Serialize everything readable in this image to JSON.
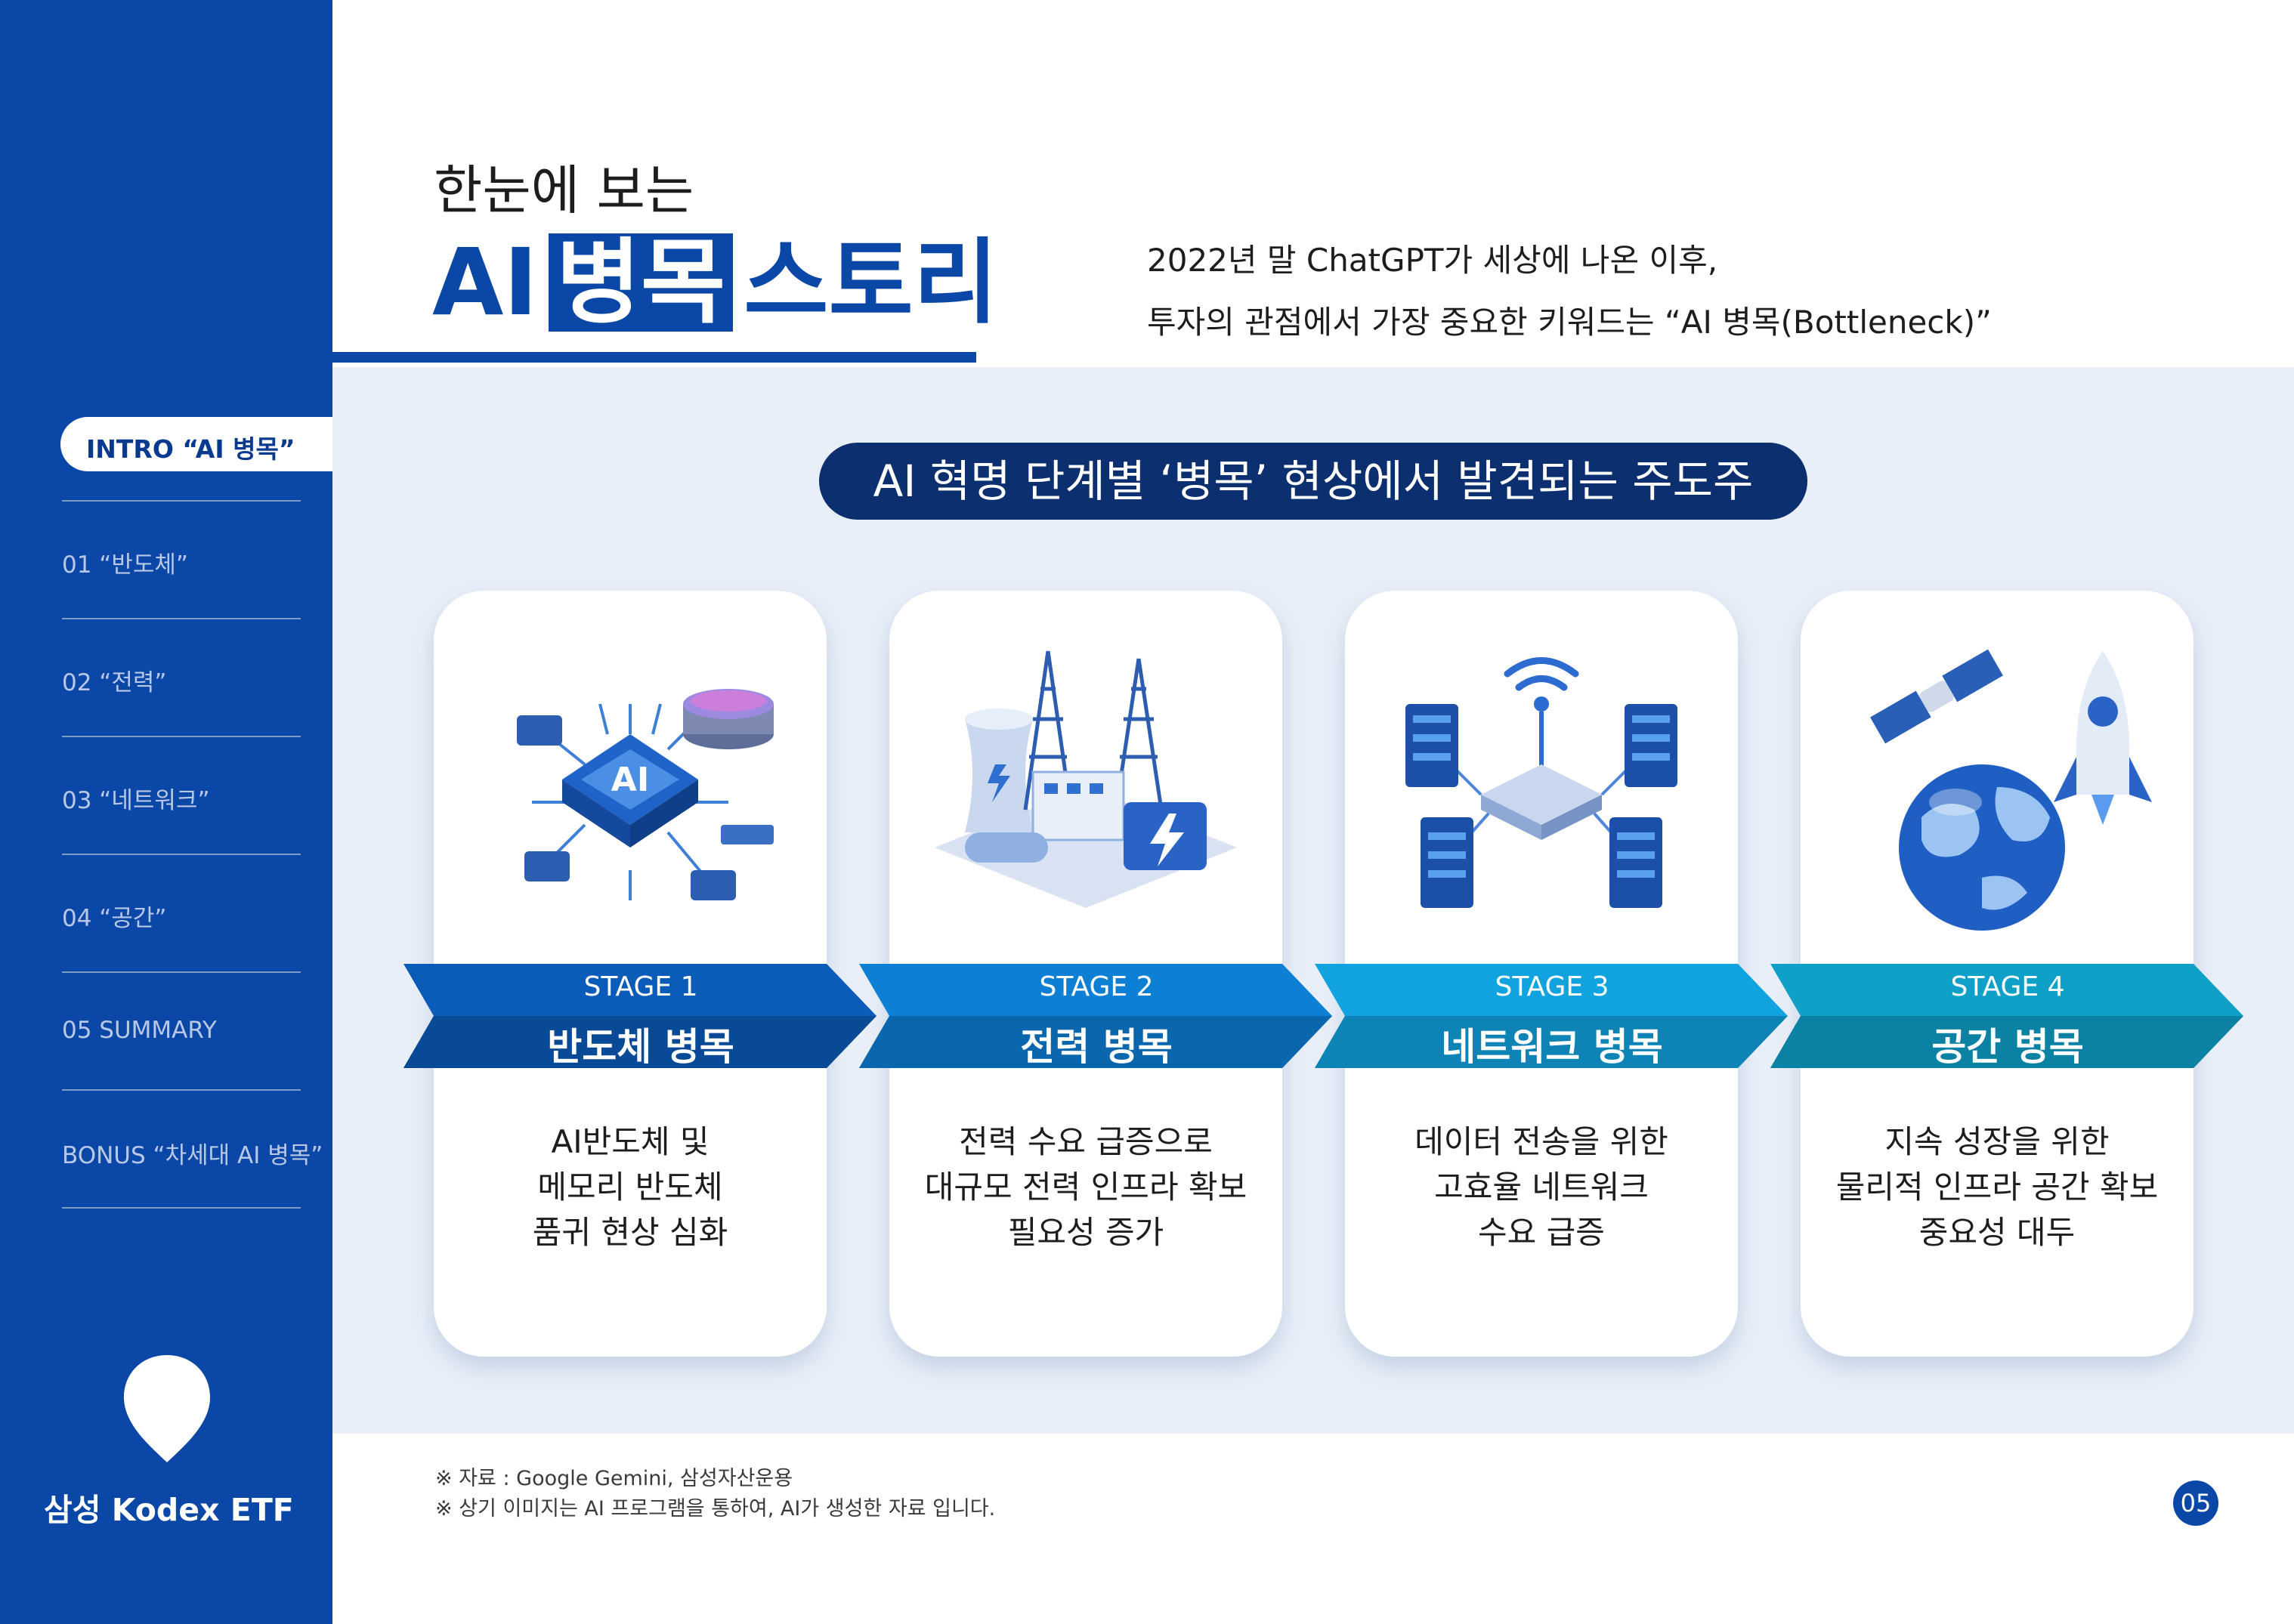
{
  "sidebar": {
    "nav": [
      {
        "label": "INTRO “AI 병목”",
        "active": true
      },
      {
        "label": "01 “반도체”"
      },
      {
        "label": "02 “전력”"
      },
      {
        "label": "03 “네트워크”"
      },
      {
        "label": "04 “공간”"
      },
      {
        "label": "05 SUMMARY"
      },
      {
        "label": "BONUS “차세대 AI 병목”"
      }
    ],
    "brand": "삼성 Kodex ETF",
    "logo_icon": "location-pin-icon"
  },
  "header": {
    "pretitle": "한눈에 보는",
    "title_a": "AI",
    "title_box": "병목",
    "title_b": "스토리",
    "desc_line1": "2022년 말 ChatGPT가 세상에 나온 이후,",
    "desc_line2": "투자의 관점에서 가장 중요한 키워드는 “AI 병목(Bottleneck)”"
  },
  "main": {
    "pill_title": "AI 혁명 단계별 ‘병목’ 현상에서 발견되는 주도주",
    "stages": [
      {
        "stage": "STAGE 1",
        "name": "반도체 병목",
        "desc": [
          "AI반도체 및",
          "메모리 반도체",
          "품귀 현상 심화"
        ],
        "icon": "ai-chip-icon",
        "color": "#0a5cb8",
        "color_dark": "#084a96"
      },
      {
        "stage": "STAGE 2",
        "name": "전력 병목",
        "desc": [
          "전력 수요 급증으로",
          "대규모 전력 인프라 확보",
          "필요성 증가"
        ],
        "icon": "power-plant-icon",
        "color": "#0d7fd4",
        "color_dark": "#0a66ad"
      },
      {
        "stage": "STAGE 3",
        "name": "네트워크 병목",
        "desc": [
          "데이터 전송을 위한",
          "고효율 네트워크",
          "수요 급증"
        ],
        "icon": "network-server-icon",
        "color": "#10a3df",
        "color_dark": "#0d83b6"
      },
      {
        "stage": "STAGE 4",
        "name": "공간 병목",
        "desc": [
          "지속 성장을 위한",
          "물리적 인프라 공간 확보",
          "중요성 대두"
        ],
        "icon": "space-globe-rocket-icon",
        "color": "#0fa0c8",
        "color_dark": "#0b81a3"
      }
    ]
  },
  "footer": {
    "source": "※ 자료 : Google Gemini, 삼성자산운용",
    "note": "※ 상기 이미지는 AI 프로그램을 통하여, AI가 생성한 자료 입니다.",
    "page": "05"
  }
}
